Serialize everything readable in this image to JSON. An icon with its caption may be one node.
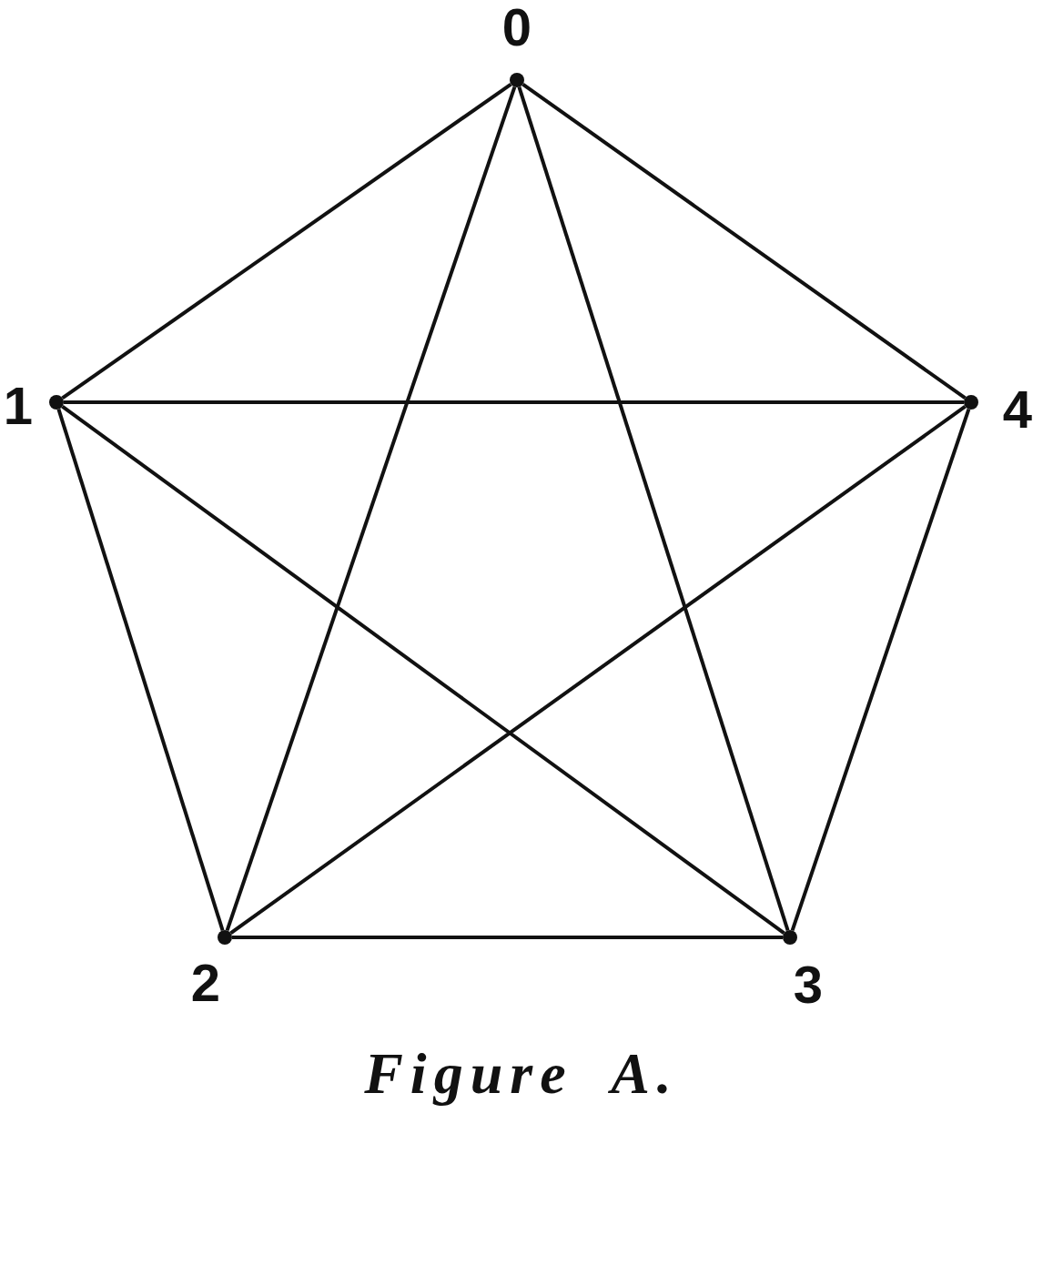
{
  "diagram": {
    "caption": "Figure A.",
    "nodes": [
      {
        "text": [],
        "shape": "circle",
        "beside": [
          "0"
        ]
      },
      {
        "text": [],
        "shape": "circle",
        "beside": [
          "1"
        ]
      },
      {
        "text": [],
        "shape": "circle",
        "beside": [
          "4"
        ]
      },
      {
        "text": [],
        "shape": "circle",
        "beside": [
          "2"
        ]
      },
      {
        "text": [],
        "shape": "circle",
        "beside": [
          "3"
        ]
      }
    ],
    "edges": [
      {
        "from": 0,
        "to": 1,
        "arrow": "none"
      },
      {
        "from": 0,
        "to": 2,
        "arrow": "none"
      },
      {
        "from": 0,
        "to": 3,
        "arrow": "none"
      },
      {
        "from": 0,
        "to": 4,
        "arrow": "none"
      },
      {
        "from": 1,
        "to": 2,
        "arrow": "none"
      },
      {
        "from": 1,
        "to": 3,
        "arrow": "none"
      },
      {
        "from": 1,
        "to": 4,
        "arrow": "none"
      },
      {
        "from": 2,
        "to": 3,
        "arrow": "none"
      },
      {
        "from": 2,
        "to": 4,
        "arrow": "none"
      },
      {
        "from": 3,
        "to": 4,
        "arrow": "none"
      }
    ]
  }
}
